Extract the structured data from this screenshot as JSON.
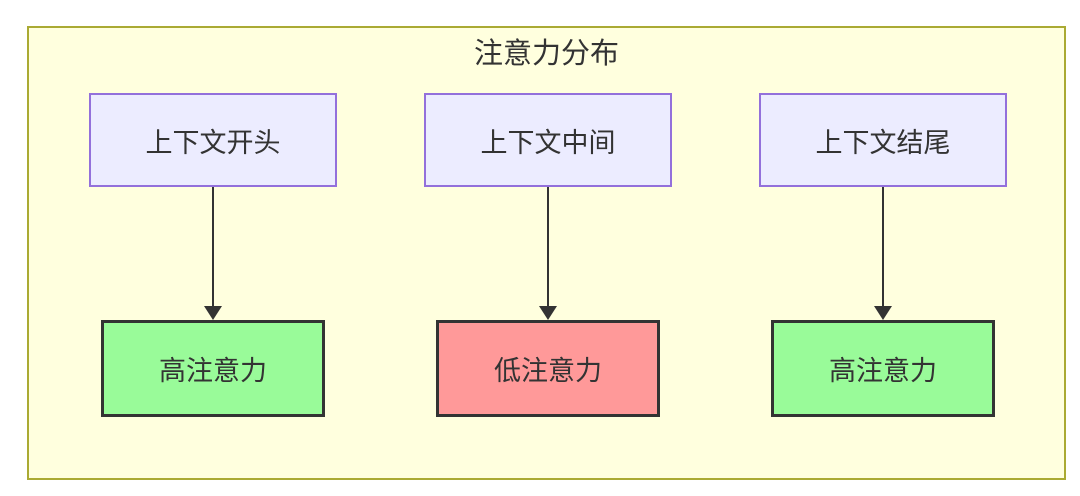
{
  "diagram": {
    "title": "注意力分布",
    "columns": [
      {
        "source": "上下文开头",
        "target": "高注意力",
        "target_type": "high"
      },
      {
        "source": "上下文中间",
        "target": "低注意力",
        "target_type": "low"
      },
      {
        "source": "上下文结尾",
        "target": "高注意力",
        "target_type": "high"
      }
    ],
    "colors": {
      "container_fill": "#FFFFDE",
      "container_border": "#AAAA33",
      "source_fill": "#ECECFF",
      "source_border": "#9370DB",
      "high_fill": "#99FB99",
      "low_fill": "#FF9999",
      "target_border": "#333333",
      "arrow": "#333333",
      "text": "#333333"
    }
  }
}
